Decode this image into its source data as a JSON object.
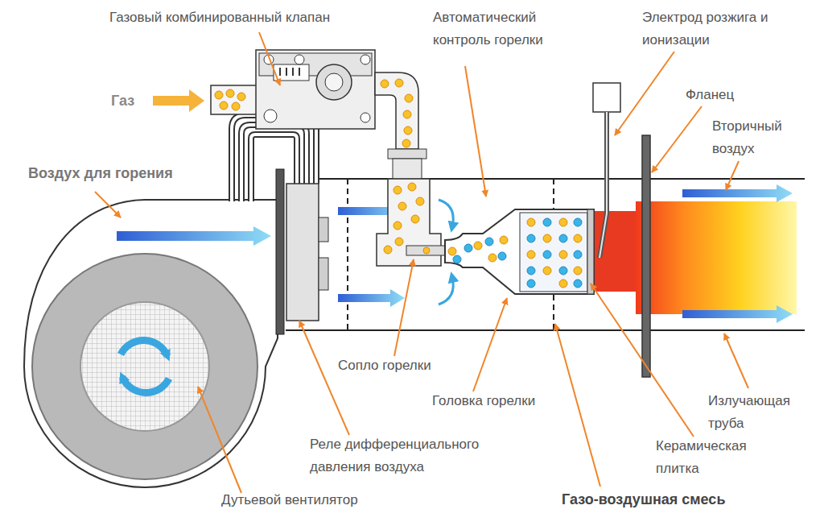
{
  "diagram": {
    "labels": [
      "Газовый комбинированный клапан",
      "Автоматический контроль горелки",
      "Электрод розжига и ионизации",
      "Газ",
      "Фланец",
      "Вторичный воздух",
      "Воздух для горения",
      "Сопло горелки",
      "Головка горелки",
      "Излучающая труба",
      "Реле дифференциального давления воздуха",
      "Керамическая плитка",
      "Дутьевой вентилятор",
      "Газо-воздушная смесь"
    ]
  }
}
